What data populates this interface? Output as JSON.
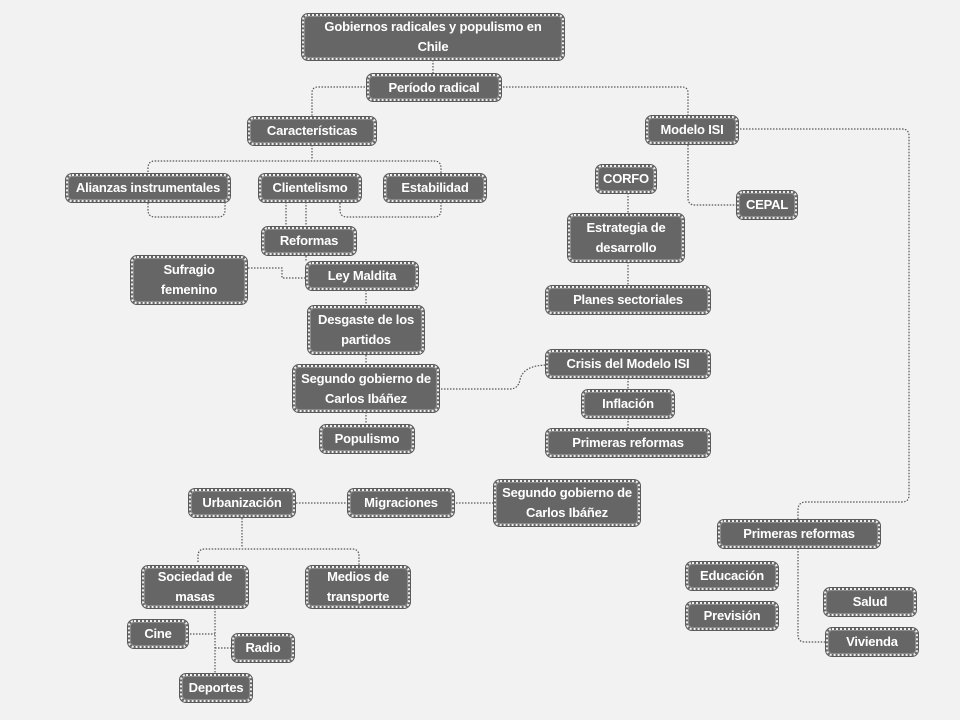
{
  "nodes": {
    "title": "Gobiernos radicales y populismo en Chile",
    "periodo_radical": "Período radical",
    "caracteristicas": "Características",
    "modelo_isi": "Modelo ISI",
    "alianzas": "Alianzas instrumentales",
    "clientelismo": "Clientelismo",
    "estabilidad": "Estabilidad",
    "corfo": "CORFO",
    "cepal": "CEPAL",
    "reformas": "Reformas",
    "estrategia": "Estrategia de desarrollo",
    "sufragio": "Sufragio femenino",
    "ley_maldita": "Ley Maldita",
    "planes": "Planes sectoriales",
    "desgaste": "Desgaste de los partidos",
    "crisis": "Crisis del Modelo ISI",
    "segundo_ibanez_1": "Segundo gobierno de Carlos Ibáñez",
    "inflacion": "Inflación",
    "populismo": "Populismo",
    "primeras_reformas_1": "Primeras reformas",
    "urbanizacion": "Urbanización",
    "migraciones": "Migraciones",
    "segundo_ibanez_2": "Segundo gobierno de Carlos Ibáñez",
    "primeras_reformas_2": "Primeras reformas",
    "sociedad": "Sociedad de masas",
    "medios": "Medios de transporte",
    "educacion": "Educación",
    "salud": "Salud",
    "prevision": "Previsión",
    "cine": "Cine",
    "radio": "Radio",
    "vivienda": "Vivienda",
    "deportes": "Deportes"
  },
  "colors": {
    "node_fill": "#666666",
    "node_text": "#ffffff",
    "connector": "#555555",
    "background": "#f2f2f2"
  }
}
